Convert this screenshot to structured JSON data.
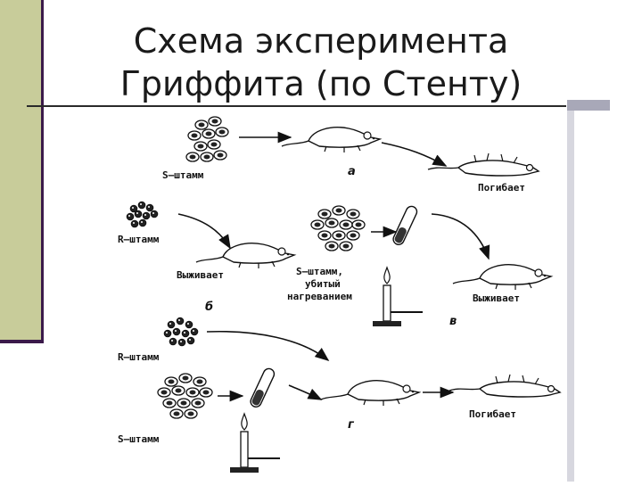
{
  "title": {
    "line1": "Схема эксперимента",
    "line2": "Гриффита (по Стенту)"
  },
  "diagram": {
    "row_a": {
      "strain": "S–штамм",
      "letter": "а",
      "result": "Погибает"
    },
    "row_b": {
      "strain": "R–штамм",
      "letter": "б",
      "result": "Выживает"
    },
    "row_c": {
      "strain_line1": "S–штамм,",
      "strain_line2": "убитый",
      "strain_line3": "нагреванием",
      "letter": "в",
      "result": "Выживает"
    },
    "row_d": {
      "strain_r": "R–штамм",
      "strain_s": "S–штамм",
      "letter": "г",
      "result": "Погибает"
    }
  },
  "colors": {
    "sidebar": "#c8cc9a",
    "sidebar_edge": "#3b1a4a",
    "rule": "#2a2a2a",
    "accent": "#a8a8b8"
  }
}
